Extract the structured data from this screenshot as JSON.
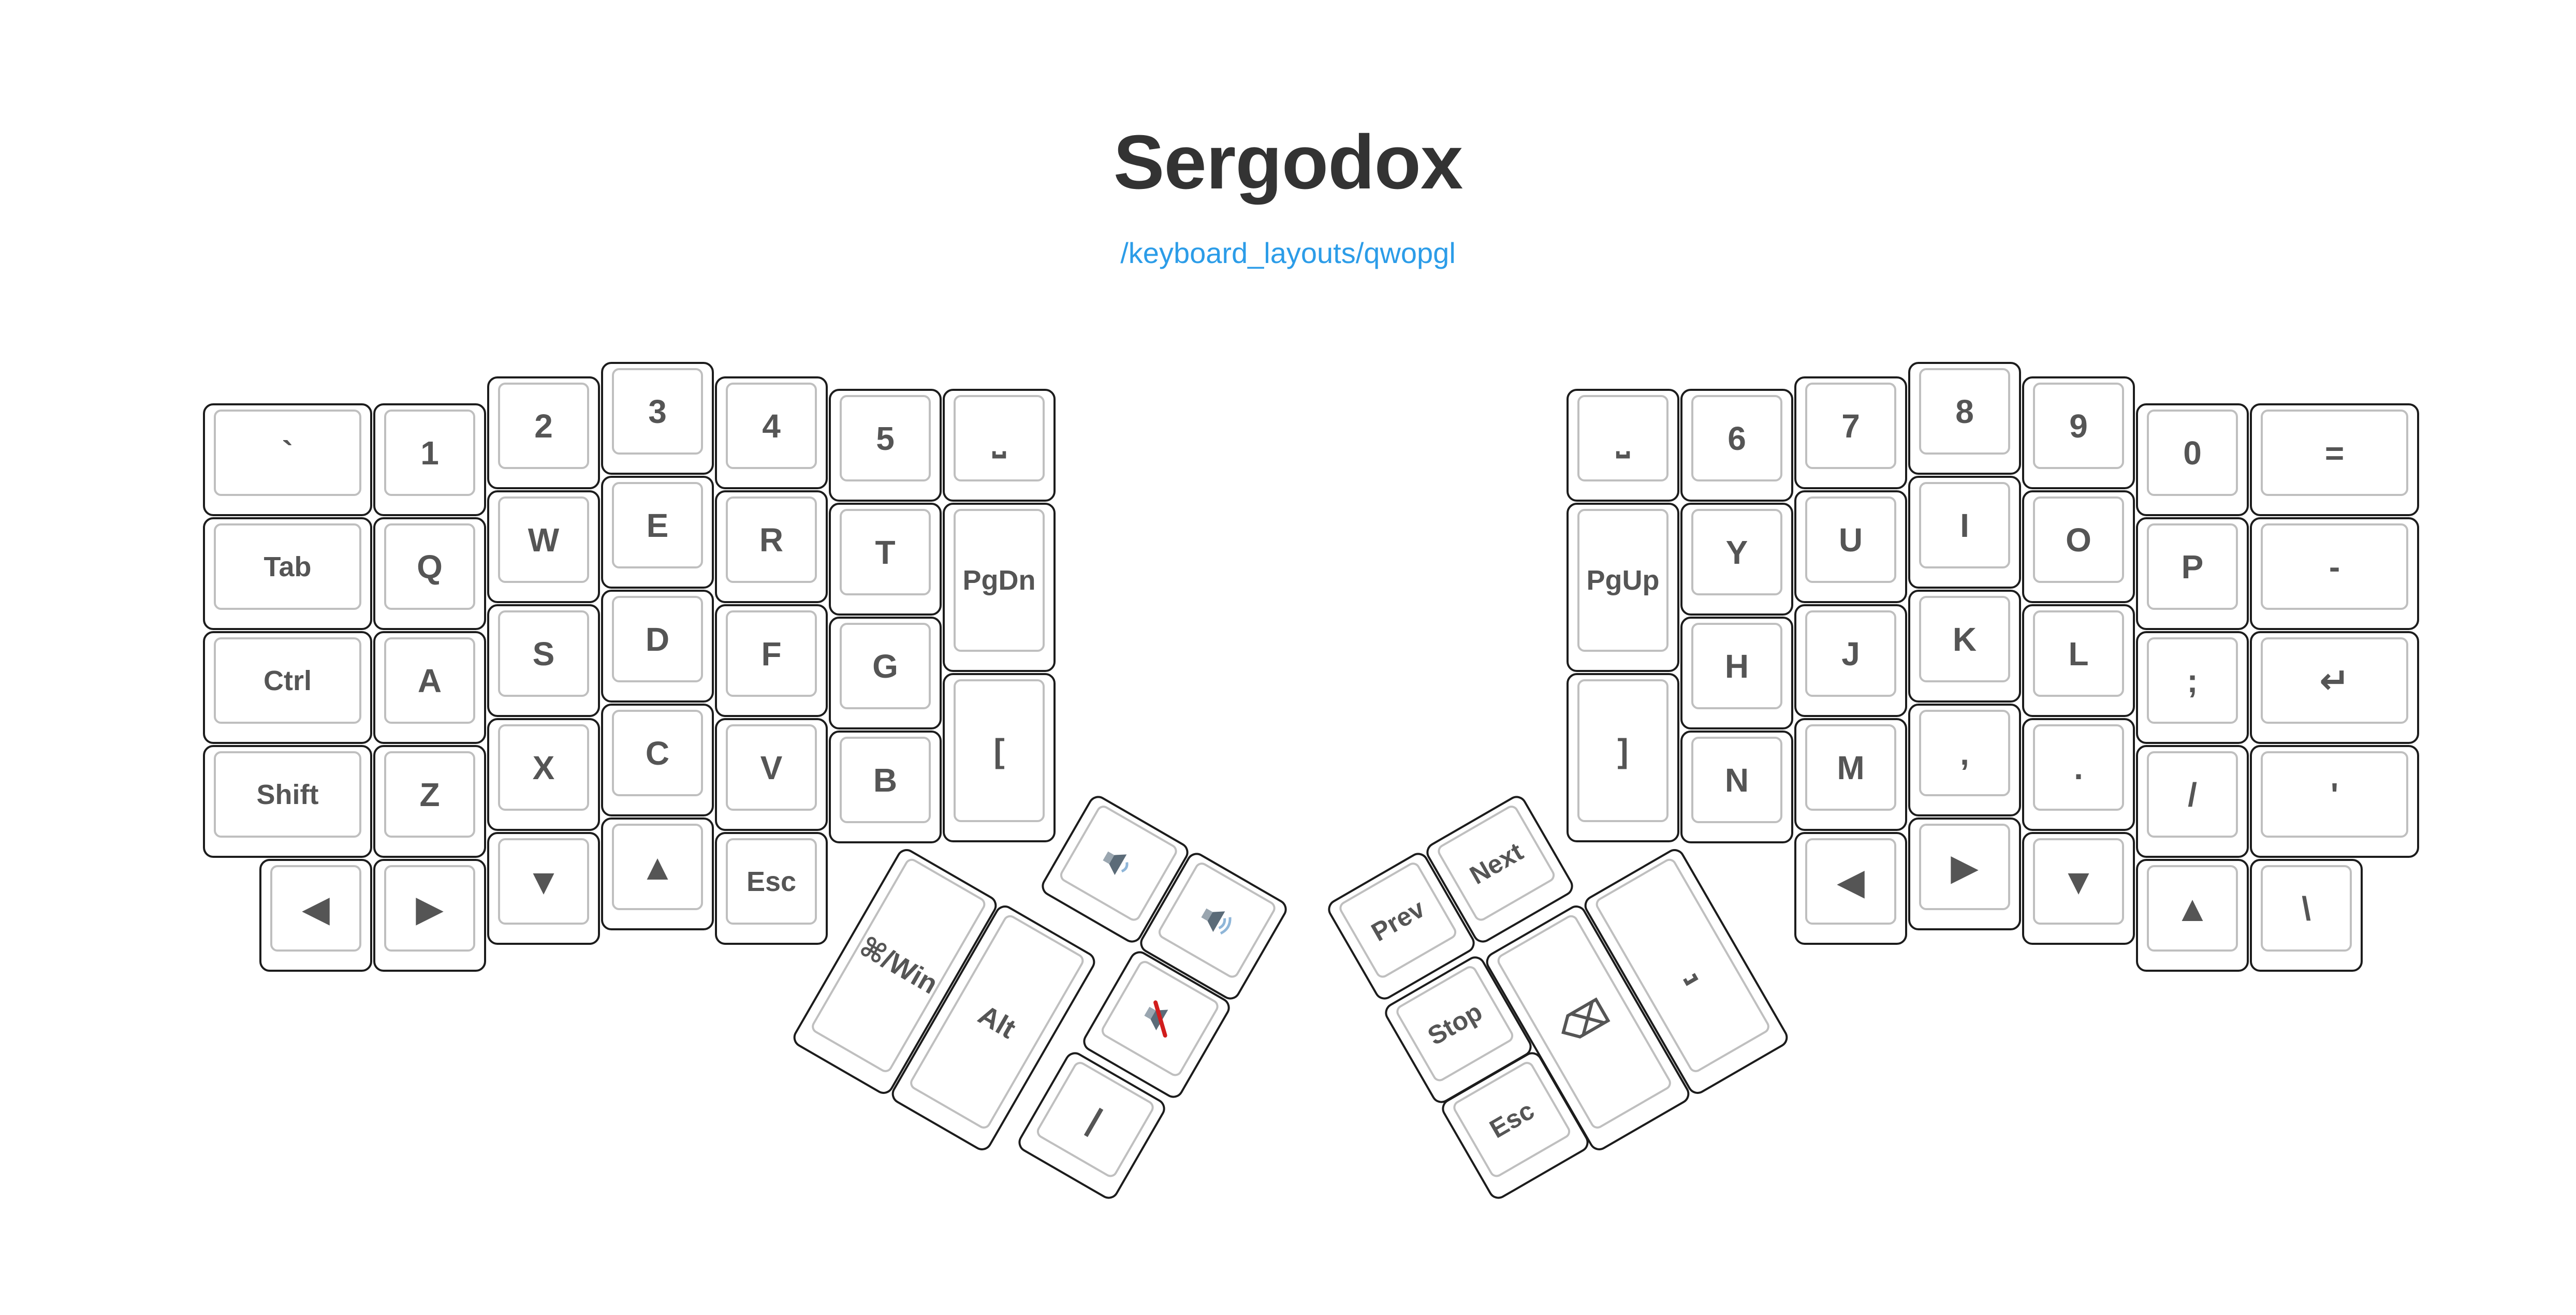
{
  "header": {
    "title": "Sergodox",
    "link": "/keyboard_layouts/qwopgl"
  },
  "left": {
    "grave": "`",
    "k1": "1",
    "k2": "2",
    "k3": "3",
    "k4": "4",
    "k5": "5",
    "space_top": "⎵",
    "tab": "Tab",
    "q": "Q",
    "w": "W",
    "e": "E",
    "r": "R",
    "t": "T",
    "pgdn": "PgDn",
    "ctrl": "Ctrl",
    "a": "A",
    "s": "S",
    "d": "D",
    "f": "F",
    "g": "G",
    "lbracket": "[",
    "shift": "Shift",
    "z": "Z",
    "x": "X",
    "c": "C",
    "v": "V",
    "b": "B",
    "left_arrow": "◀",
    "right_arrow": "▶",
    "down_arrow": "▼",
    "up_arrow": "▲",
    "esc": "Esc",
    "thumb": {
      "cmd_win": "⌘/Win",
      "alt": "Alt",
      "volume_down": "volume-down-icon",
      "volume_up": "volume-up-icon",
      "mute": "mute-icon",
      "pipe": "|"
    }
  },
  "right": {
    "space_top": "⎵",
    "k6": "6",
    "k7": "7",
    "k8": "8",
    "k9": "9",
    "k0": "0",
    "equals": "=",
    "pgup": "PgUp",
    "y": "Y",
    "u": "U",
    "i": "I",
    "o": "O",
    "p": "P",
    "minus": "-",
    "h": "H",
    "j": "J",
    "k": "K",
    "l": "L",
    "semicolon": ";",
    "enter": "↵",
    "rbracket": "]",
    "n": "N",
    "m": "M",
    "comma": ",",
    "period": ".",
    "slash": "/",
    "quote": "'",
    "left_arrow": "◀",
    "right_arrow": "▶",
    "down_arrow": "▼",
    "up_arrow": "▲",
    "backslash": "\\",
    "thumb": {
      "prev": "Prev",
      "next": "Next",
      "stop": "Stop",
      "backspace": "⌫",
      "space": "⎵",
      "esc": "Esc"
    }
  }
}
